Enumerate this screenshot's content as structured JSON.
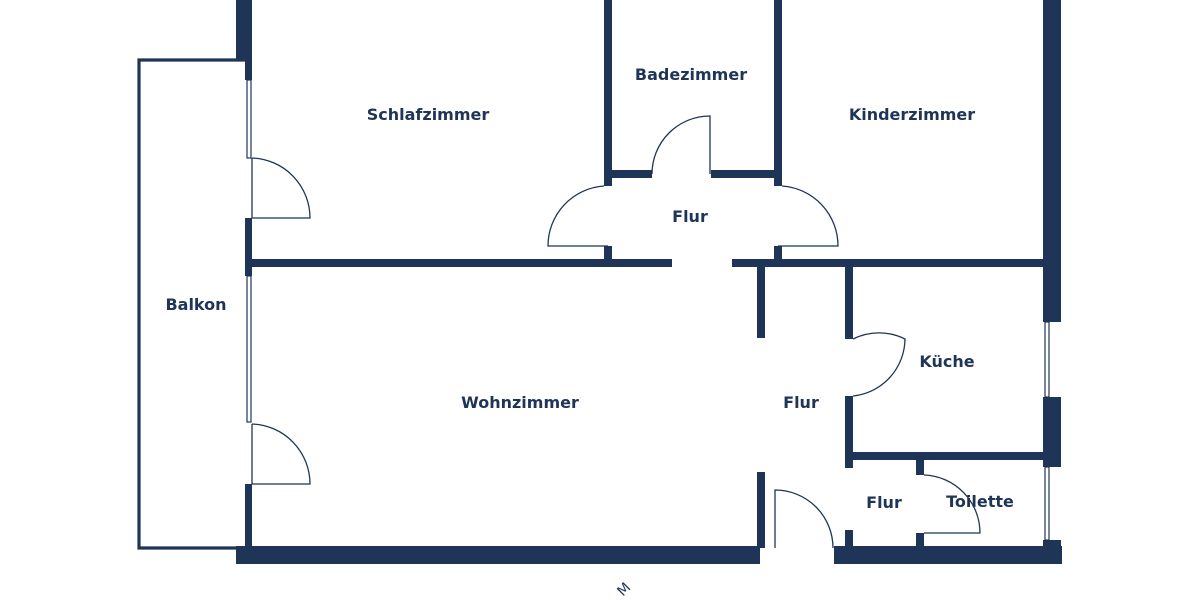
{
  "colors": {
    "wall": "#1f3557",
    "background": "#ffffff"
  },
  "rooms": {
    "schlafzimmer": "Schlafzimmer",
    "badezimmer": "Badezimmer",
    "kinderzimmer": "Kinderzimmer",
    "flur_top": "Flur",
    "balkon": "Balkon",
    "wohnzimmer": "Wohnzimmer",
    "flur_mid": "Flur",
    "kueche": "Küche",
    "flur_small": "Flur",
    "toilette": "Toilette"
  },
  "north_marker": "M"
}
